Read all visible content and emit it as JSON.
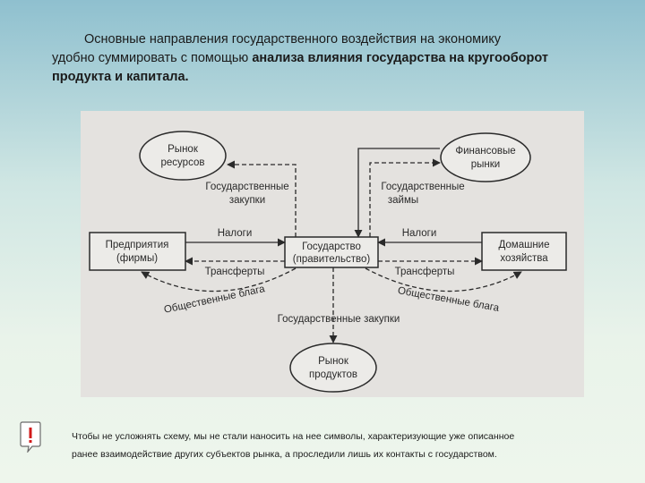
{
  "intro": {
    "line1": "Основные направления государственного воздействия на экономику",
    "line2_plain": "удобно суммировать с помощью ",
    "line2_bold": "анализа влияния государства на кругооборот",
    "line3_bold": "продукта и капитала."
  },
  "diagram": {
    "nodes": {
      "resource_market": [
        "Рынок",
        "ресурсов"
      ],
      "financial_markets": [
        "Финансовые",
        "рынки"
      ],
      "firms": [
        "Предприятия",
        "(фирмы)"
      ],
      "government": [
        "Государство",
        "(правительство)"
      ],
      "households": [
        "Домашние",
        "хозяйства"
      ],
      "product_market": [
        "Рынок",
        "продуктов"
      ]
    },
    "labels": {
      "gov_purchases_top": [
        "Государственные",
        "закупки"
      ],
      "gov_loans": [
        "Государственные",
        "займы"
      ],
      "taxes_left": "Налоги",
      "taxes_right": "Налоги",
      "transfers_left": "Трансферты",
      "transfers_right": "Трансферты",
      "public_goods_left": "Общественные блага",
      "public_goods_right": "Общественные блага",
      "gov_purchases_bottom": "Государственные закупки"
    }
  },
  "note": {
    "icon": "exclamation-icon",
    "line1": "Чтобы не усложнять схему, мы не стали наносить на нее символы, характеризующие уже описанное",
    "line2": "ранее взаимодействие других субъектов рынка, а проследили лишь их контакты с государством."
  }
}
